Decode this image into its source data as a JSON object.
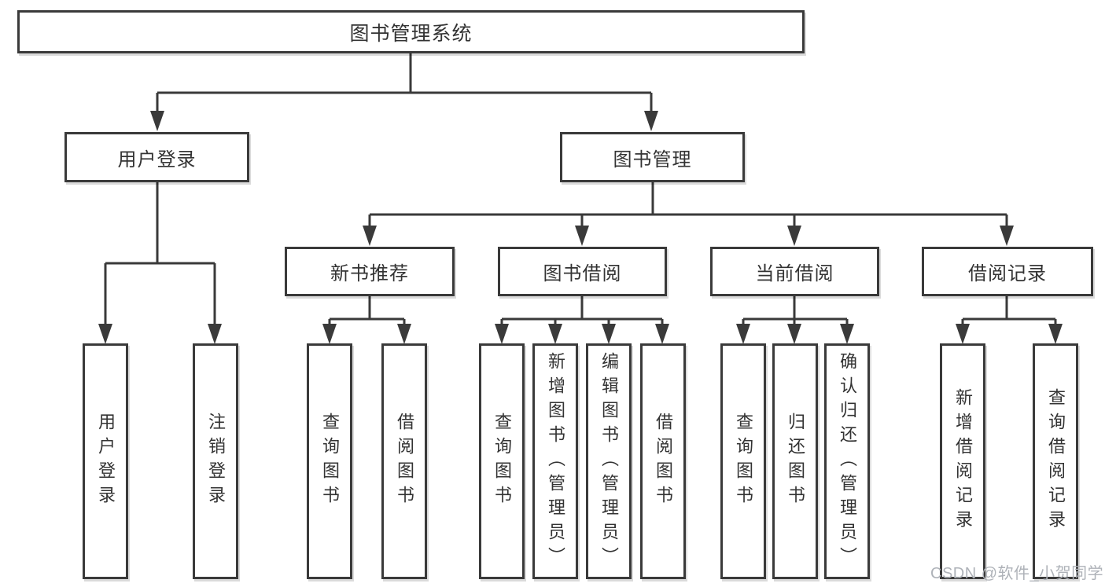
{
  "page": {
    "title": "图书管理系统"
  },
  "colors": {
    "line": "#3a3a3a",
    "text": "#333333",
    "background": "#ffffff",
    "watermark": "#aeb2b8"
  },
  "tree": {
    "root": {
      "label": "图书管理系统"
    },
    "user_login": {
      "label": "用户登录",
      "children": [
        "用户登录",
        "注销登录"
      ]
    },
    "book_management": {
      "label": "图书管理",
      "groups": [
        {
          "label": "新书推荐",
          "children": [
            "查询图书",
            "借阅图书"
          ]
        },
        {
          "label": "图书借阅",
          "children": [
            "查询图书",
            "新增图书（管理员）",
            "编辑图书（管理员）",
            "借阅图书"
          ]
        },
        {
          "label": "当前借阅",
          "children": [
            "查询图书",
            "归还图书",
            "确认归还（管理员）"
          ]
        },
        {
          "label": "借阅记录",
          "children": [
            "新增借阅记录",
            "查询借阅记录"
          ]
        }
      ]
    }
  },
  "watermark": "CSDN @软件_小贺同学"
}
